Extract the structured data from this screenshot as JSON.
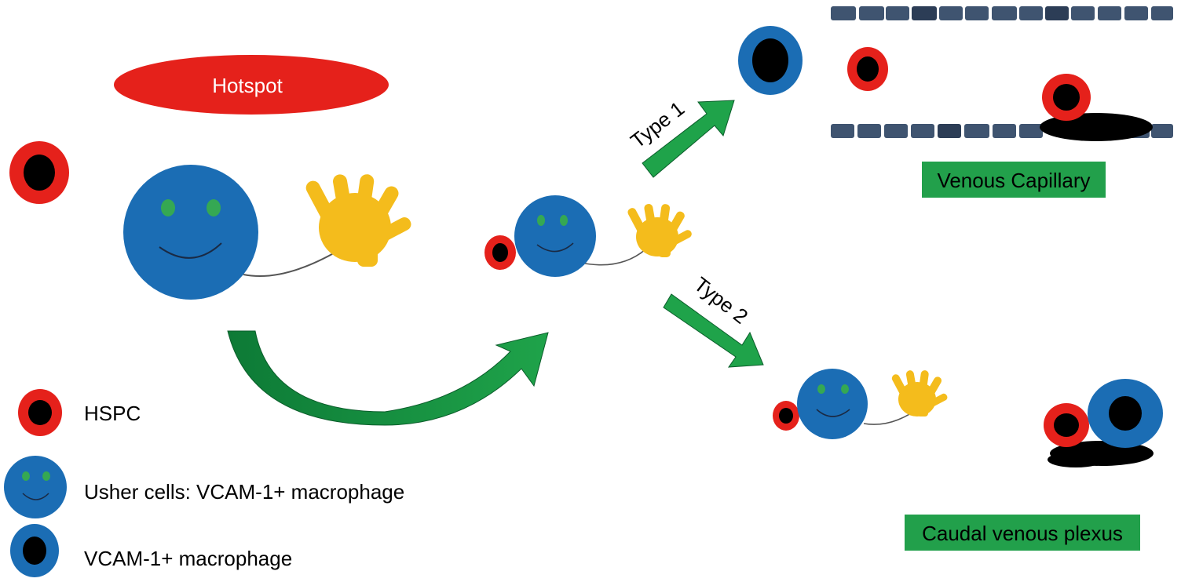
{
  "colors": {
    "hspc_outer": "#e5211b",
    "cell_core": "#000000",
    "macrophage_blue": "#1b6db4",
    "eye_green": "#35a853",
    "hand_yellow": "#f4bc1c",
    "arrow_green": "#1fa34a",
    "arrow_dark": "#0d7a36",
    "label_box_green": "#22a04b",
    "endothelium_tile": "#3f5470",
    "hotspot_red": "#e5211b"
  },
  "labels": {
    "hotspot": "Hotspot",
    "type1": "Type 1",
    "type2": "Type 2",
    "venous_capillary": "Venous Capillary",
    "caudal_venous_plexus": "Caudal venous plexus"
  },
  "legend": {
    "items": [
      {
        "icon": "hspc-icon",
        "label": "HSPC"
      },
      {
        "icon": "usher-cell-icon",
        "label": "Usher cells: VCAM-1+ macrophage"
      },
      {
        "icon": "vcam-macrophage-icon",
        "label": "VCAM-1+ macrophage"
      }
    ]
  }
}
